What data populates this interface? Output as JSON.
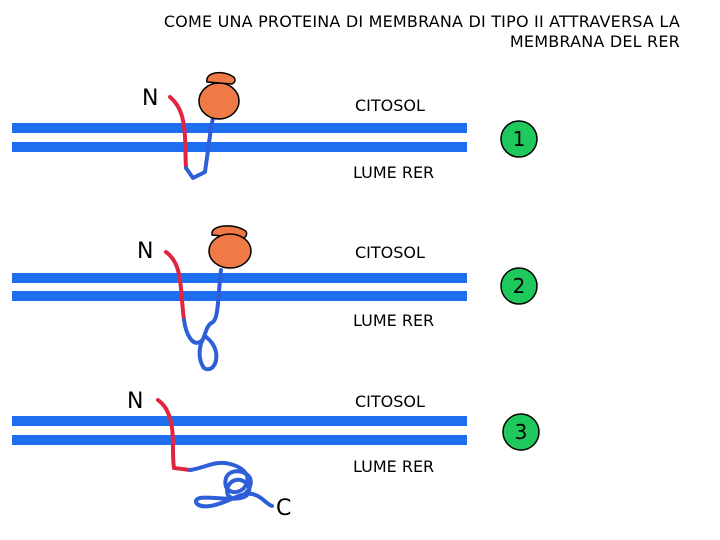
{
  "title": {
    "line1": "COME UNA PROTEINA DI MEMBRANA DI TIPO II ATTRAVERSA LA",
    "line2": "MEMBRANA DEL RER"
  },
  "panels": [
    {
      "step": "1",
      "top_label": "CITOSOL",
      "bottom_label": "LUME RER",
      "terminal": "N"
    },
    {
      "step": "2",
      "top_label": "CITOSOL",
      "bottom_label": "LUME RER",
      "terminal": "N"
    },
    {
      "step": "3",
      "top_label": "CITOSOL",
      "bottom_label": "LUME RER",
      "terminal": "N",
      "c_terminal": "C"
    }
  ],
  "colors": {
    "membrane": "#1e6ff0",
    "signal_anchor": "#e0263f",
    "chain": "#2f5fd8",
    "ribosome": "#f07a45",
    "step_circle": "#1ec85a"
  }
}
